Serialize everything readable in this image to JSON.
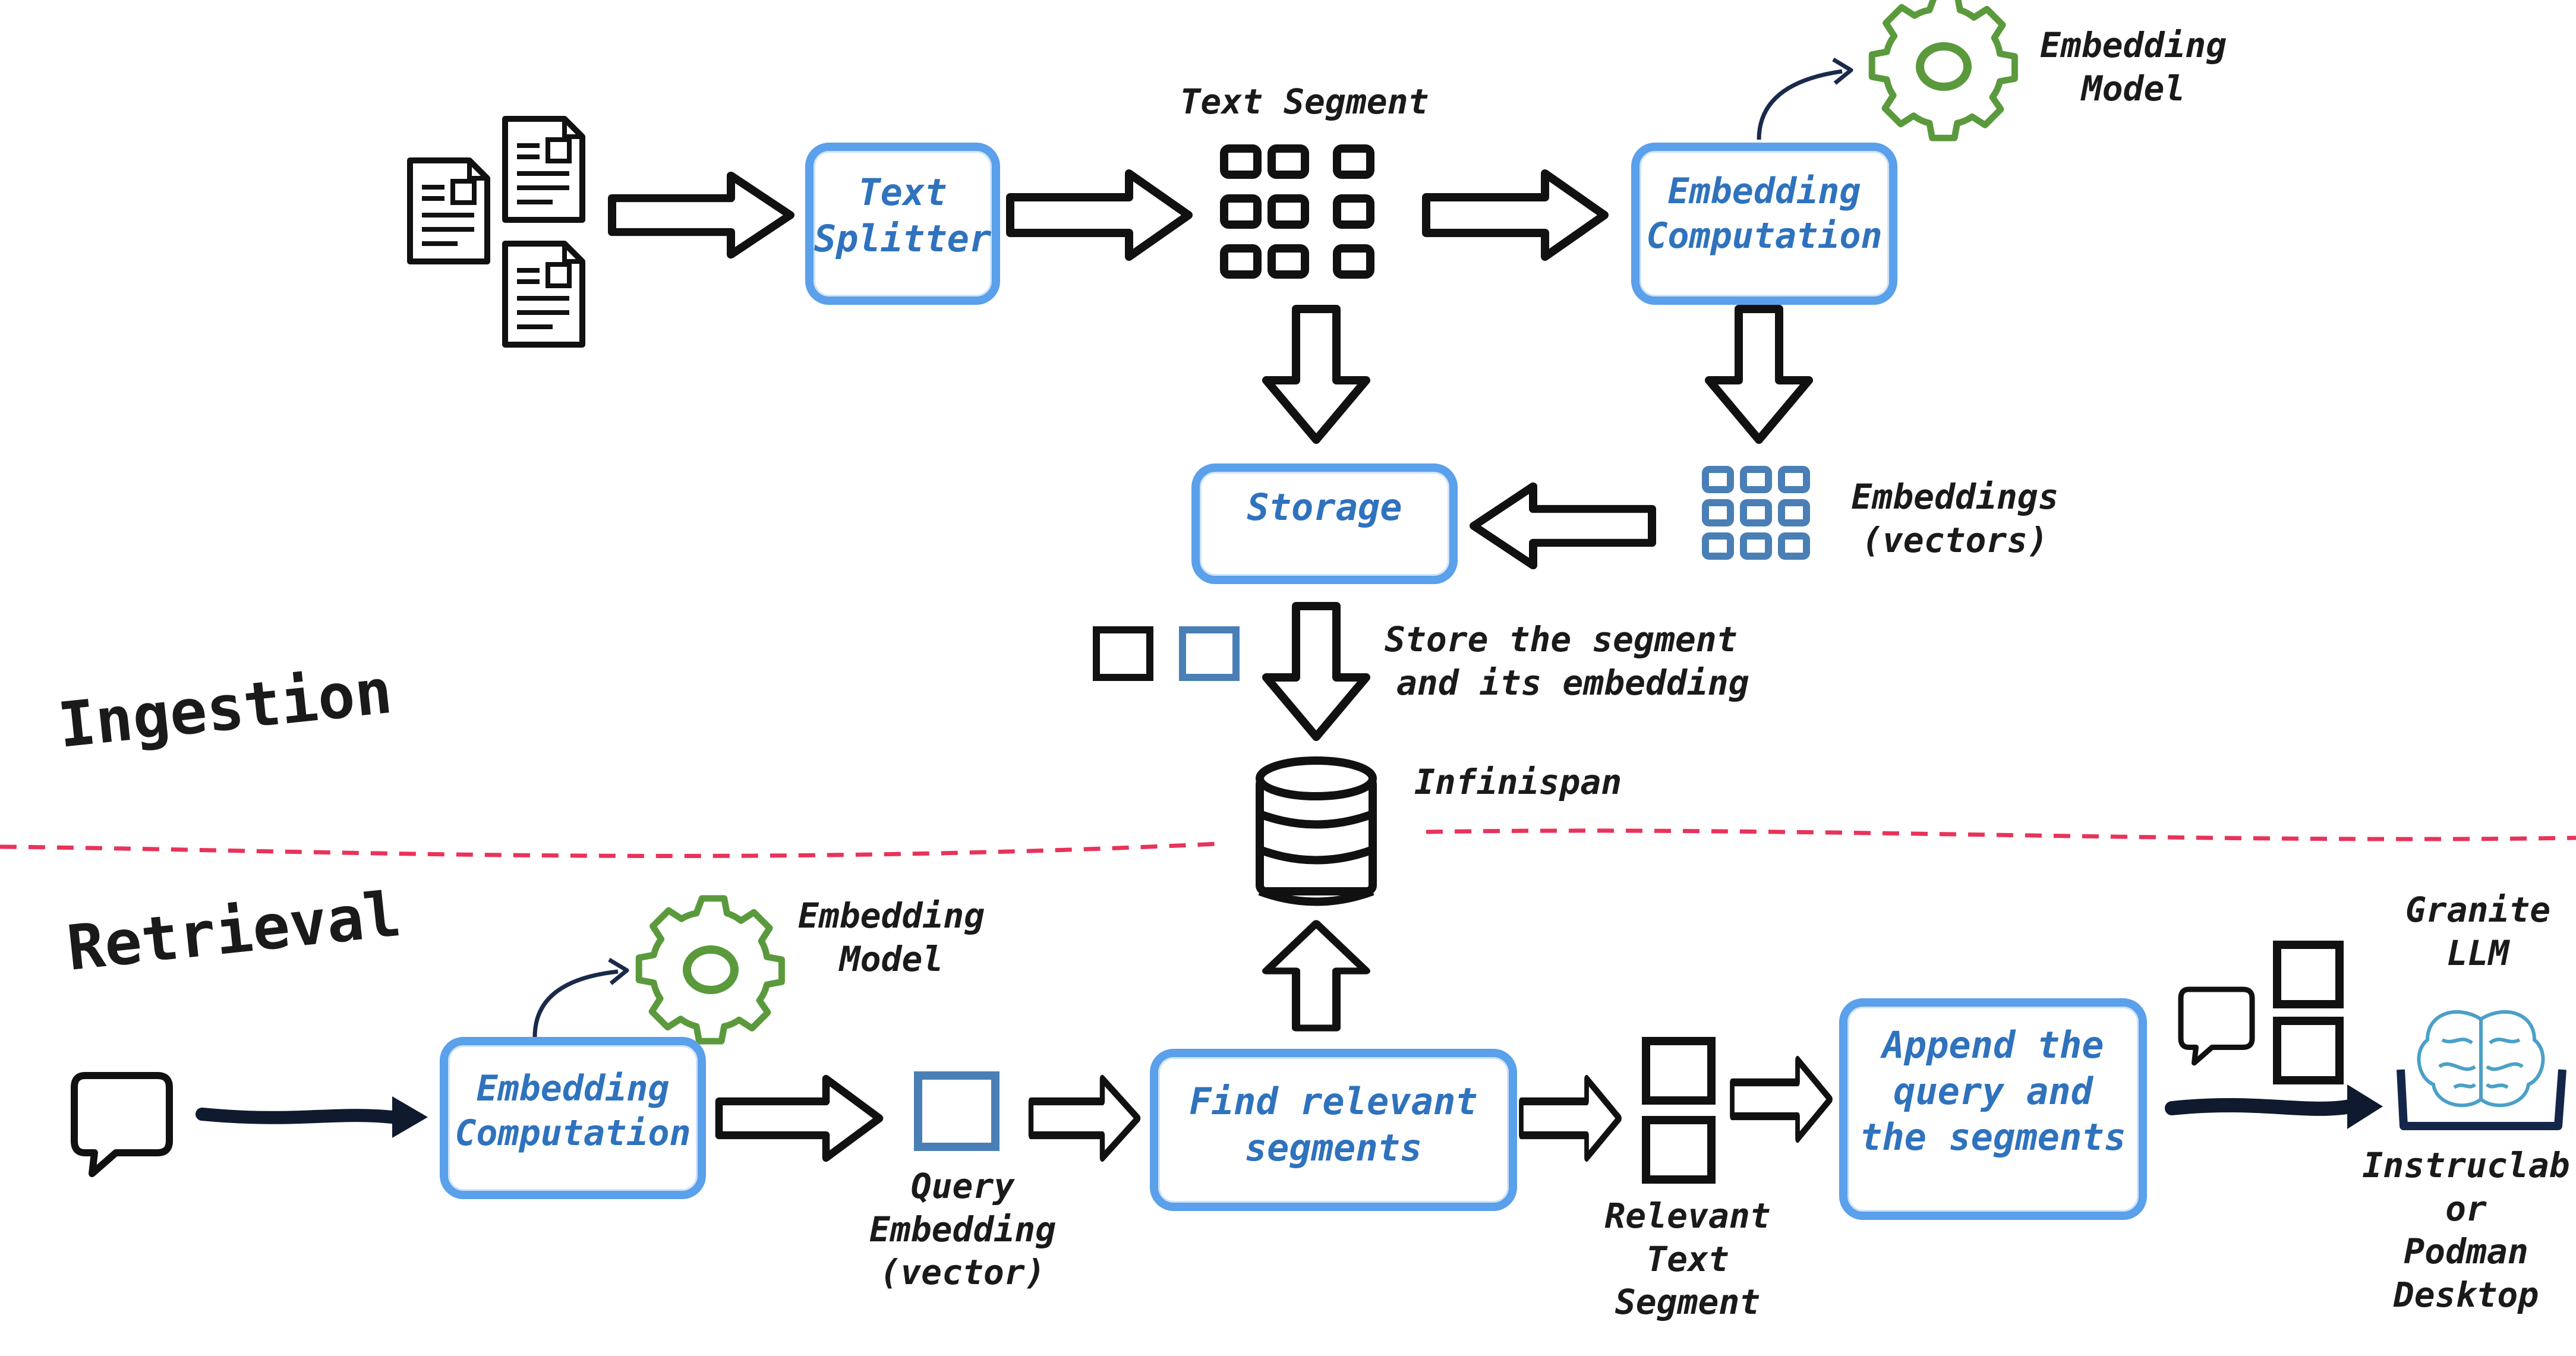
{
  "sections": {
    "ingestion": "Ingestion",
    "retrieval": "Retrieval"
  },
  "ingestion": {
    "text_splitter": [
      "Text",
      "Splitter"
    ],
    "text_segment": "Text Segment",
    "embedding_computation": [
      "Embedding",
      "Computation"
    ],
    "embedding_model": [
      "Embedding",
      "Model"
    ],
    "storage": "Storage",
    "embeddings": [
      "Embeddings",
      "(vectors)"
    ],
    "store_note": [
      "Store the segment",
      "and its embedding"
    ],
    "infinispan": "Infinispan"
  },
  "retrieval": {
    "embedding_computation": [
      "Embedding",
      "Computation"
    ],
    "embedding_model": [
      "Embedding",
      "Model"
    ],
    "query_embedding": [
      "Query",
      "Embedding",
      "(vector)"
    ],
    "find_relevant": [
      "Find relevant",
      "segments"
    ],
    "relevant_text": [
      "Relevant",
      "Text",
      "Segment"
    ],
    "append": [
      "Append the",
      "query and",
      "the segments"
    ],
    "granite": [
      "Granite",
      "LLM"
    ],
    "instructlab": [
      "Instruclab",
      "or",
      "Podman",
      "Desktop"
    ]
  },
  "colors": {
    "accent_blue": "#5aa0ea",
    "label_blue": "#2f72bd",
    "vector_blue": "#4a7fb5",
    "gear_green": "#5a9a3c",
    "divider_red": "#e8335a",
    "ink": "#111111"
  },
  "icons": [
    "document-icon",
    "gear-icon",
    "database-icon",
    "chat-bubble-icon",
    "brain-icon",
    "llm-tray-icon",
    "segment-grid-icon",
    "vector-grid-icon"
  ]
}
